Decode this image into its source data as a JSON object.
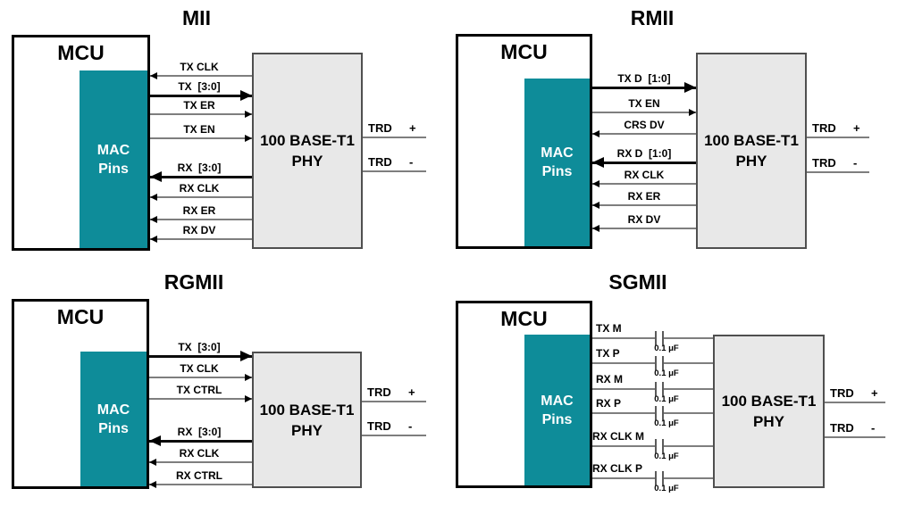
{
  "colors": {
    "mac_pins_teal": "#0e8c99",
    "phy_fill": "#e8e8e8",
    "phy_border": "#4f4f4f",
    "thin_line_gray": "#7e7e7e",
    "bus_line_black": "#0b0b0b",
    "text_black": "#000000",
    "mac_pins_text": "#ffffff"
  },
  "panels": [
    {
      "id": "mii",
      "title": "MII",
      "mcu_label": "MCU",
      "mac_label_line1": "MAC",
      "mac_label_line2": "Pins",
      "phy_label_line1": "100 BASE-T1",
      "phy_label_line2": "PHY",
      "trd_plus": "TRD  +",
      "trd_minus": "TRD  -",
      "signals": [
        {
          "label": "TX CLK",
          "direction": "left",
          "bus": false
        },
        {
          "label": "TX  [3:0]",
          "direction": "right",
          "bus": true
        },
        {
          "label": "TX ER",
          "direction": "right",
          "bus": false
        },
        {
          "label": "TX EN",
          "direction": "right",
          "bus": false
        },
        {
          "label": "RX  [3:0]",
          "direction": "left",
          "bus": true
        },
        {
          "label": "RX CLK",
          "direction": "left",
          "bus": false
        },
        {
          "label": "RX ER",
          "direction": "left",
          "bus": false
        },
        {
          "label": "RX DV",
          "direction": "left",
          "bus": false
        }
      ]
    },
    {
      "id": "rmii",
      "title": "RMII",
      "mcu_label": "MCU",
      "mac_label_line1": "MAC",
      "mac_label_line2": "Pins",
      "phy_label_line1": "100 BASE-T1",
      "phy_label_line2": "PHY",
      "trd_plus": "TRD  +",
      "trd_minus": "TRD  -",
      "signals": [
        {
          "label": "TX D  [1:0]",
          "direction": "right",
          "bus": true
        },
        {
          "label": "TX EN",
          "direction": "right",
          "bus": false
        },
        {
          "label": "CRS DV",
          "direction": "left",
          "bus": false
        },
        {
          "label": "RX D  [1:0]",
          "direction": "left",
          "bus": true
        },
        {
          "label": "RX CLK",
          "direction": "left",
          "bus": false
        },
        {
          "label": "RX ER",
          "direction": "left",
          "bus": false
        },
        {
          "label": "RX DV",
          "direction": "left",
          "bus": false
        }
      ]
    },
    {
      "id": "rgmii",
      "title": "RGMII",
      "mcu_label": "MCU",
      "mac_label_line1": "MAC",
      "mac_label_line2": "Pins",
      "phy_label_line1": "100 BASE-T1",
      "phy_label_line2": "PHY",
      "trd_plus": "TRD  +",
      "trd_minus": "TRD  -",
      "signals": [
        {
          "label": "TX  [3:0]",
          "direction": "right",
          "bus": true
        },
        {
          "label": "TX CLK",
          "direction": "right",
          "bus": false
        },
        {
          "label": "TX CTRL",
          "direction": "right",
          "bus": false
        },
        {
          "label": "RX  [3:0]",
          "direction": "left",
          "bus": true
        },
        {
          "label": "RX CLK",
          "direction": "left",
          "bus": false
        },
        {
          "label": "RX CTRL",
          "direction": "left",
          "bus": false
        }
      ]
    },
    {
      "id": "sgmii",
      "title": "SGMII",
      "mcu_label": "MCU",
      "mac_label_line1": "MAC",
      "mac_label_line2": "Pins",
      "phy_label_line1": "100 BASE-T1",
      "phy_label_line2": "PHY",
      "trd_plus": "TRD  +",
      "trd_minus": "TRD  -",
      "cap_label": "0.1 μF",
      "signals": [
        {
          "label": "TX M",
          "direction": "none",
          "bus": false,
          "coupling_cap": true
        },
        {
          "label": "TX P",
          "direction": "none",
          "bus": false,
          "coupling_cap": true
        },
        {
          "label": "RX M",
          "direction": "none",
          "bus": false,
          "coupling_cap": true
        },
        {
          "label": "RX P",
          "direction": "none",
          "bus": false,
          "coupling_cap": true
        },
        {
          "label": "RX CLK M",
          "direction": "none",
          "bus": false,
          "coupling_cap": true
        },
        {
          "label": "RX CLK P",
          "direction": "none",
          "bus": false,
          "coupling_cap": true
        }
      ]
    }
  ]
}
